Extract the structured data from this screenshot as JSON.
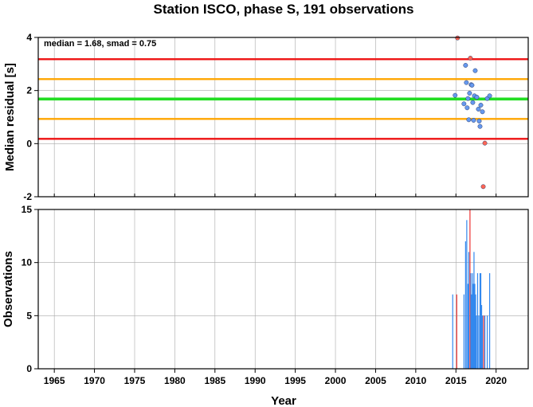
{
  "title": "Station ISCO, phase S, 191 observations",
  "colors": {
    "median_line": "#22dd22",
    "smad_line": "#ffa500",
    "limit_line": "#ee1111",
    "point_normal": "#6699ee",
    "point_outlier": "#ff6655",
    "bar_normal": "#3388ee",
    "bar_outlier": "#ee3333",
    "grid": "#a8a8a8"
  },
  "chart_data": [
    {
      "type": "scatter",
      "ylabel": "Median residual [s]",
      "xlim": [
        1963,
        2024
      ],
      "ylim": [
        -2,
        4
      ],
      "yticks": [
        -2,
        0,
        2,
        4
      ],
      "annotation": "median = 1.68, smad = 0.75",
      "median": 1.68,
      "smad": 0.75,
      "hlines": [
        {
          "y": 3.18,
          "kind": "limit"
        },
        {
          "y": 2.43,
          "kind": "smad"
        },
        {
          "y": 1.68,
          "kind": "median"
        },
        {
          "y": 0.93,
          "kind": "smad"
        },
        {
          "y": 0.18,
          "kind": "limit"
        }
      ],
      "points": [
        {
          "x": 2014.9,
          "y": 1.82,
          "outlier": false
        },
        {
          "x": 2015.2,
          "y": 3.98,
          "outlier": true
        },
        {
          "x": 2016.0,
          "y": 1.5,
          "outlier": false
        },
        {
          "x": 2016.2,
          "y": 2.95,
          "outlier": false
        },
        {
          "x": 2016.3,
          "y": 2.3,
          "outlier": false
        },
        {
          "x": 2016.4,
          "y": 1.35,
          "outlier": false
        },
        {
          "x": 2016.5,
          "y": 1.7,
          "outlier": false
        },
        {
          "x": 2016.6,
          "y": 0.9,
          "outlier": false
        },
        {
          "x": 2016.7,
          "y": 1.9,
          "outlier": false
        },
        {
          "x": 2016.8,
          "y": 3.22,
          "outlier": true
        },
        {
          "x": 2016.9,
          "y": 2.22,
          "outlier": false
        },
        {
          "x": 2017.0,
          "y": 2.2,
          "outlier": false
        },
        {
          "x": 2017.1,
          "y": 1.55,
          "outlier": false
        },
        {
          "x": 2017.2,
          "y": 0.88,
          "outlier": false
        },
        {
          "x": 2017.3,
          "y": 1.8,
          "outlier": false
        },
        {
          "x": 2017.4,
          "y": 2.75,
          "outlier": false
        },
        {
          "x": 2017.6,
          "y": 1.75,
          "outlier": false
        },
        {
          "x": 2017.8,
          "y": 1.3,
          "outlier": false
        },
        {
          "x": 2017.9,
          "y": 0.85,
          "outlier": false
        },
        {
          "x": 2018.0,
          "y": 0.65,
          "outlier": false
        },
        {
          "x": 2018.1,
          "y": 1.45,
          "outlier": false
        },
        {
          "x": 2018.3,
          "y": 1.2,
          "outlier": false
        },
        {
          "x": 2018.4,
          "y": -1.62,
          "outlier": true
        },
        {
          "x": 2018.6,
          "y": 0.02,
          "outlier": true
        },
        {
          "x": 2018.9,
          "y": 1.7,
          "outlier": false
        },
        {
          "x": 2019.2,
          "y": 1.8,
          "outlier": false
        }
      ]
    },
    {
      "type": "bar",
      "xlabel": "Year",
      "ylabel": "Observations",
      "xlim": [
        1963,
        2024
      ],
      "ylim": [
        0,
        15
      ],
      "yticks": [
        0,
        5,
        10,
        15
      ],
      "xticks": [
        1965,
        1970,
        1975,
        1980,
        1985,
        1990,
        1995,
        2000,
        2005,
        2010,
        2015,
        2020
      ],
      "bars": [
        {
          "x": 2014.6,
          "value": 7,
          "outlier": false
        },
        {
          "x": 2015.1,
          "value": 7,
          "outlier": true
        },
        {
          "x": 2016.0,
          "value": 7,
          "outlier": false
        },
        {
          "x": 2016.2,
          "value": 12,
          "outlier": false
        },
        {
          "x": 2016.35,
          "value": 14,
          "outlier": false
        },
        {
          "x": 2016.5,
          "value": 8,
          "outlier": false
        },
        {
          "x": 2016.6,
          "value": 11,
          "outlier": false
        },
        {
          "x": 2016.75,
          "value": 15,
          "outlier": true
        },
        {
          "x": 2016.85,
          "value": 9,
          "outlier": false
        },
        {
          "x": 2016.95,
          "value": 7,
          "outlier": false
        },
        {
          "x": 2017.05,
          "value": 9,
          "outlier": false
        },
        {
          "x": 2017.15,
          "value": 8,
          "outlier": false
        },
        {
          "x": 2017.25,
          "value": 11,
          "outlier": false
        },
        {
          "x": 2017.35,
          "value": 8,
          "outlier": false
        },
        {
          "x": 2017.45,
          "value": 7,
          "outlier": false
        },
        {
          "x": 2017.55,
          "value": 5,
          "outlier": false
        },
        {
          "x": 2017.7,
          "value": 9,
          "outlier": false
        },
        {
          "x": 2017.85,
          "value": 5,
          "outlier": false
        },
        {
          "x": 2018.0,
          "value": 9,
          "outlier": false
        },
        {
          "x": 2018.1,
          "value": 9,
          "outlier": false
        },
        {
          "x": 2018.2,
          "value": 6,
          "outlier": false
        },
        {
          "x": 2018.3,
          "value": 5,
          "outlier": false
        },
        {
          "x": 2018.45,
          "value": 5,
          "outlier": true
        },
        {
          "x": 2018.6,
          "value": 5,
          "outlier": false
        },
        {
          "x": 2018.9,
          "value": 5,
          "outlier": false
        },
        {
          "x": 2019.2,
          "value": 9,
          "outlier": false
        }
      ]
    }
  ]
}
